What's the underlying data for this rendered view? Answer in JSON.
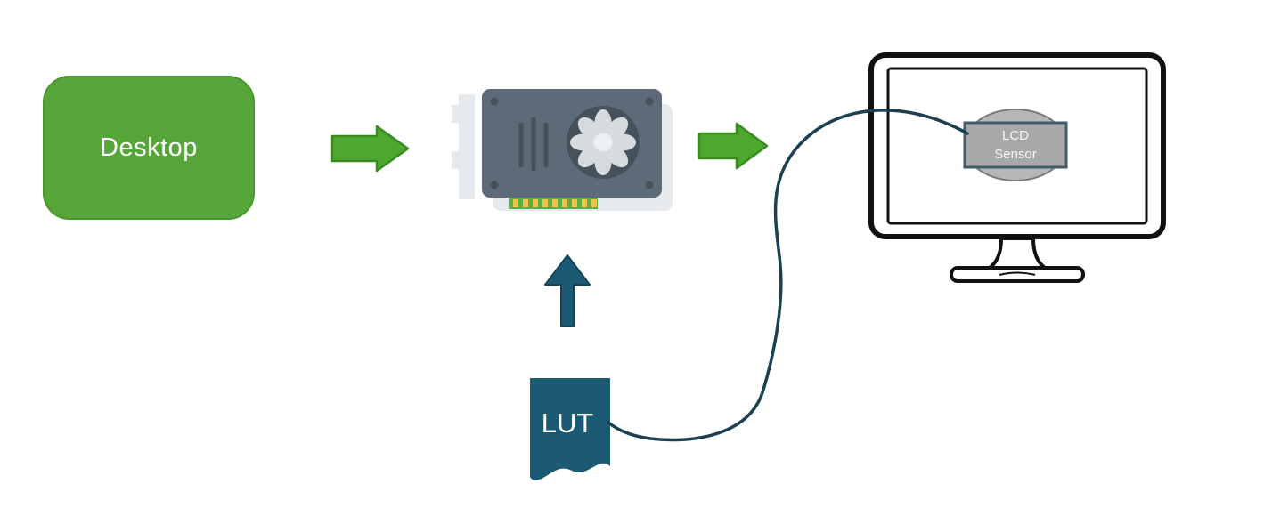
{
  "nodes": {
    "desktop": {
      "label": "Desktop"
    },
    "gpu": {
      "icon": "graphics-card-icon"
    },
    "monitor": {
      "icon": "monitor-icon"
    },
    "sensor": {
      "line1": "LCD",
      "line2": "Sensor"
    },
    "lut": {
      "label": "LUT"
    }
  },
  "edges": {
    "desktop_to_gpu": "green-right-arrow",
    "gpu_to_monitor": "green-right-arrow",
    "lut_to_gpu": "teal-up-arrow",
    "lut_to_sensor": "curved-connector"
  },
  "colors": {
    "node_green": "#57a639",
    "arrow_green": "#4ea72e",
    "arrow_green_outline": "#3c8a22",
    "teal": "#1b5a72",
    "teal_outline": "#14465a",
    "connector": "#1d4051",
    "sensor_fill": "#a8a8a8",
    "sensor_border": "#415d68",
    "sensor_ellipse": "#b6b6b6",
    "sensor_text": "#f5f5f5",
    "monitor_ink": "#111111",
    "gpu_body": "#5d6a77",
    "gpu_dark": "#46515c",
    "gpu_light": "#e6eaed",
    "pcb_green": "#5fae44",
    "pin_gold": "#f0c24e"
  }
}
